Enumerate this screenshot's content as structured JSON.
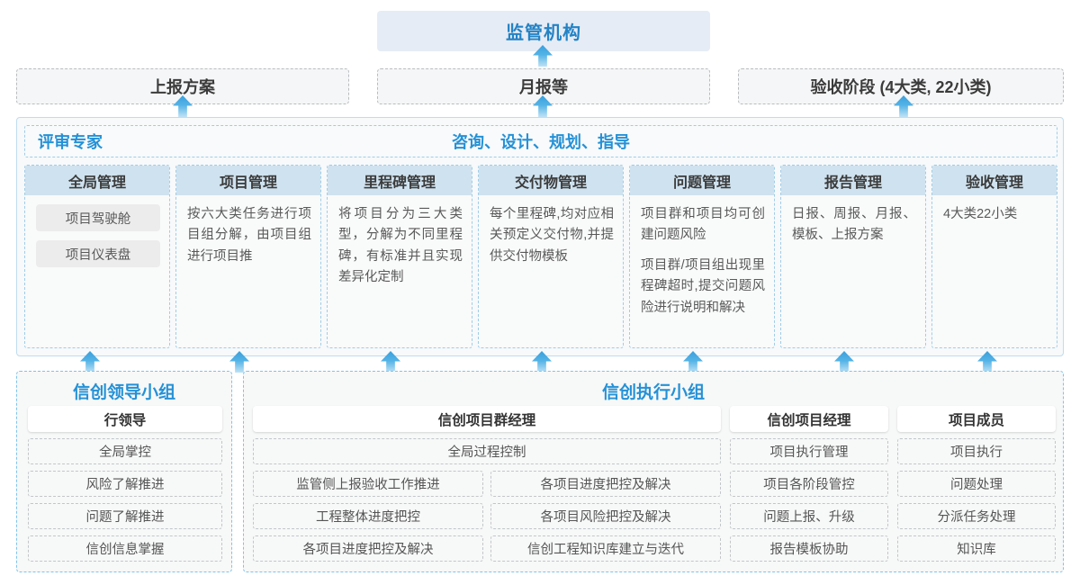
{
  "top": {
    "regulator": "监管机构",
    "documents": [
      {
        "label": "上报方案"
      },
      {
        "label": "月报等"
      },
      {
        "label": "验收阶段 (4大类, 22小类)"
      }
    ]
  },
  "consulting": {
    "left_title": "评审专家",
    "right_title": "咨询、设计、规划、指导",
    "columns": [
      {
        "header": "全局管理",
        "pills": [
          "项目驾驶舱",
          "项目仪表盘"
        ],
        "paragraphs": []
      },
      {
        "header": "项目管理",
        "pills": [],
        "paragraphs": [
          "按六大类任务进行项目组分解，由项目组进行项目推"
        ]
      },
      {
        "header": "里程碑管理",
        "pills": [],
        "paragraphs": [
          "将项目分为三大类型，分解为不同里程碑，有标准并且实现差异化定制"
        ]
      },
      {
        "header": "交付物管理",
        "pills": [],
        "paragraphs": [
          "每个里程碑,均对应相关预定义交付物,并提供交付物模板"
        ]
      },
      {
        "header": "问题管理",
        "pills": [],
        "paragraphs": [
          "项目群和项目均可创建问题风险",
          "项目群/项目组出现里程碑超时,提交问题风险进行说明和解决"
        ]
      },
      {
        "header": "报告管理",
        "pills": [],
        "paragraphs": [
          "日报、周报、月报、模板、上报方案"
        ]
      },
      {
        "header": "验收管理",
        "pills": [],
        "paragraphs": [
          "4大类22小类"
        ]
      }
    ]
  },
  "bottom": {
    "leadership": {
      "title": "信创领导小组",
      "role": "行领导",
      "items": [
        "全局掌控",
        "风险了解推进",
        "问题了解推进",
        "信创信息掌握"
      ]
    },
    "execution": {
      "title": "信创执行小组",
      "program_manager": {
        "role": "信创项目群经理",
        "full_item": "全局过程控制",
        "left_items": [
          "监管侧上报验收工作推进",
          "工程整体进度把控",
          "各项目进度把控及解决"
        ],
        "right_items": [
          "各项目进度把控及解决",
          "各项目风险把控及解决",
          "信创工程知识库建立与迭代"
        ]
      },
      "project_manager": {
        "role": "信创项目经理",
        "items": [
          "项目执行管理",
          "项目各阶段管控",
          "问题上报、升级",
          "报告模板协助"
        ]
      },
      "project_member": {
        "role": "项目成员",
        "items": [
          "项目执行",
          "问题处理",
          "分派任务处理",
          "知识库"
        ]
      }
    }
  },
  "colors": {
    "accent_blue": "#2591d6",
    "header_tint": "#cfe2ef",
    "regulator_bg": "#e6ecf5",
    "arrow_top": "#3a9fdc"
  }
}
